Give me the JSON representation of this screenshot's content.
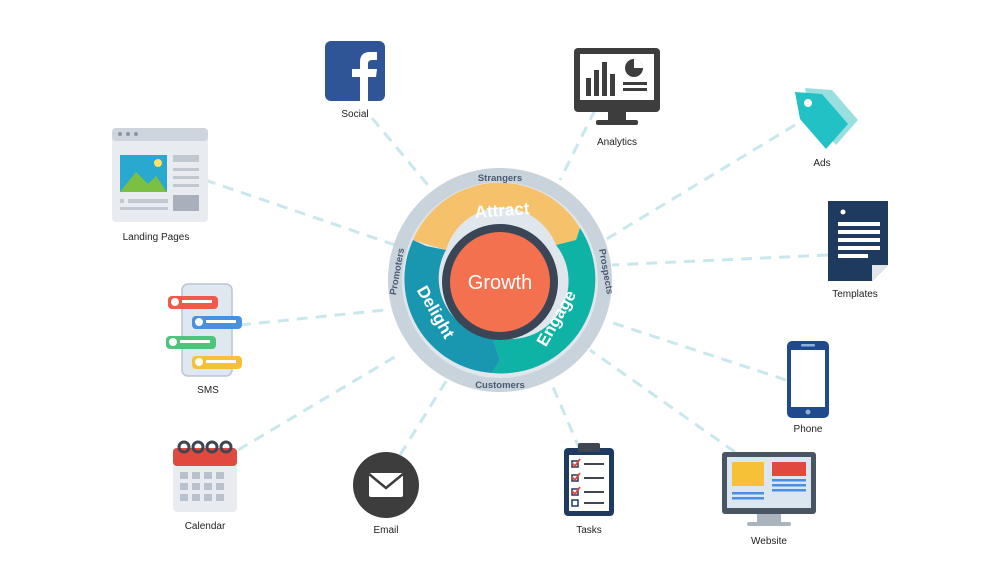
{
  "colors": {
    "connector": "#c9e8ee",
    "outer_ring": "#c9d3dc",
    "inner_ring": "#dfe6ec",
    "attract": "#f5c26b",
    "engage": "#0fb3a5",
    "delight": "#1a97b0",
    "growth": "#f4714f",
    "growth_ring": "#3a4656"
  },
  "flywheel": {
    "center_label": "Growth",
    "stages": [
      "Attract",
      "Engage",
      "Delight"
    ],
    "ring_labels": [
      "Strangers",
      "Prospects",
      "Customers",
      "Promoters"
    ]
  },
  "tools": [
    {
      "label": "Social",
      "icon": "facebook-icon"
    },
    {
      "label": "Analytics",
      "icon": "analytics-monitor-icon"
    },
    {
      "label": "Ads",
      "icon": "price-tag-icon"
    },
    {
      "label": "Landing Pages",
      "icon": "landing-page-icon"
    },
    {
      "label": "Templates",
      "icon": "document-icon"
    },
    {
      "label": "SMS",
      "icon": "sms-chat-icon"
    },
    {
      "label": "Phone",
      "icon": "smartphone-icon"
    },
    {
      "label": "Calendar",
      "icon": "calendar-icon"
    },
    {
      "label": "Email",
      "icon": "envelope-icon"
    },
    {
      "label": "Tasks",
      "icon": "clipboard-checklist-icon"
    },
    {
      "label": "Website",
      "icon": "website-monitor-icon"
    }
  ]
}
